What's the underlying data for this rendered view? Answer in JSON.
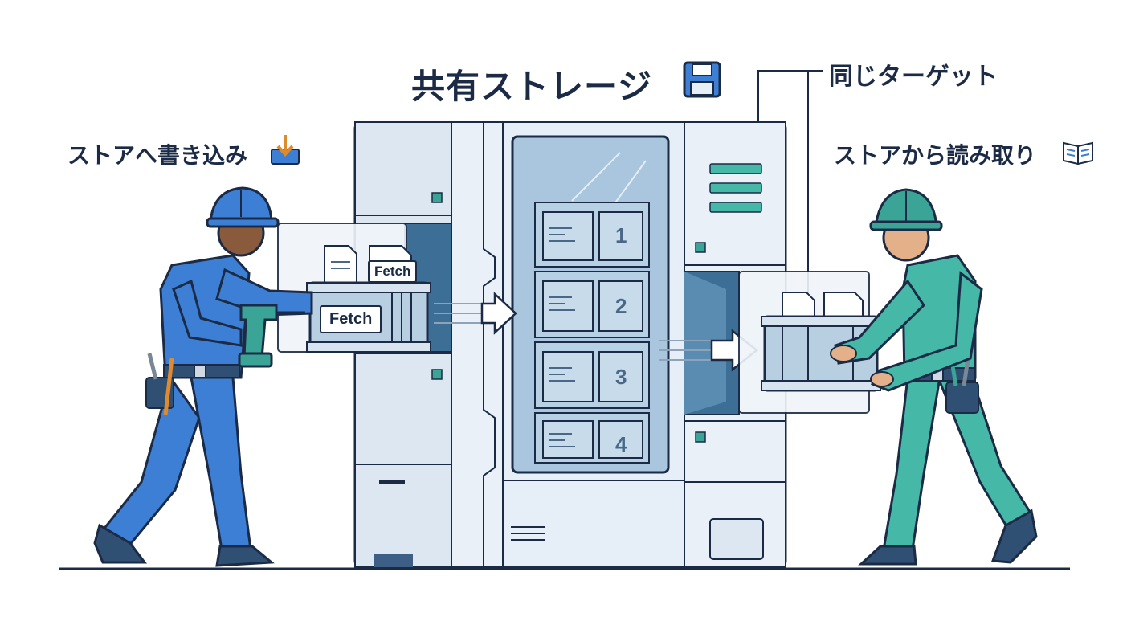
{
  "title": "共有ストレージ",
  "labels": {
    "write": "ストアへ書き込み",
    "read": "ストアから読み取り",
    "same_target": "同じターゲット"
  },
  "crate_labels": {
    "top_file": "Fetch",
    "crate_front": "Fetch"
  },
  "slots": [
    "1",
    "2",
    "3",
    "4"
  ],
  "icons": {
    "title": "floppy-disk-icon",
    "write": "inbox-download-icon",
    "read": "open-book-icon"
  },
  "colors": {
    "worker_left": "#3d7fd4",
    "worker_right": "#45b8a8",
    "outline": "#1c2b45",
    "machine_fill": "#e6eef7",
    "glass": "#a9c6de",
    "accent_green": "#3aa597"
  }
}
